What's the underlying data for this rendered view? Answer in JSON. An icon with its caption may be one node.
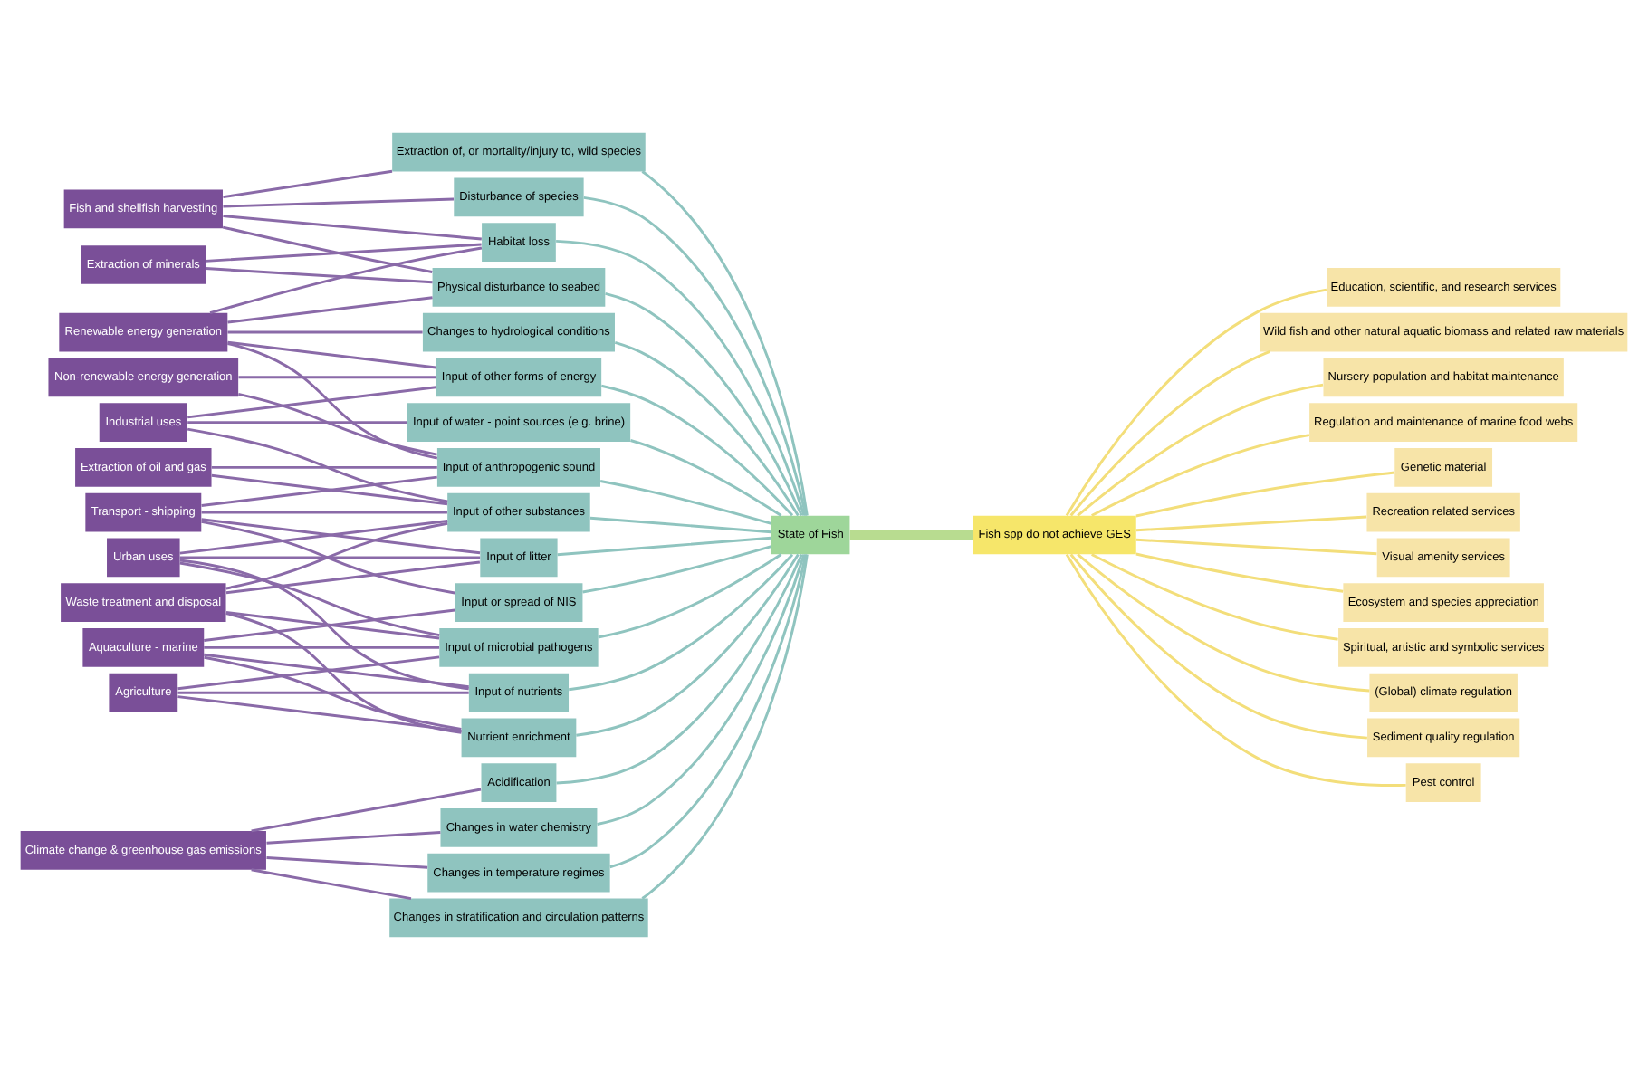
{
  "diagram": {
    "nodes": [
      {
        "text": [
          "Fish and shellfish harvesting"
        ]
      },
      {
        "text": [
          "Climate change & greenhouse gas emissions"
        ]
      },
      {
        "text": [
          "Transport - shipping"
        ]
      },
      {
        "text": [
          "Renewable energy generation"
        ]
      },
      {
        "text": [
          "Aquaculture - marine"
        ]
      },
      {
        "text": [
          "Industrial uses"
        ]
      },
      {
        "text": [
          "Urban uses"
        ]
      },
      {
        "text": [
          "Extraction of oil and gas"
        ]
      },
      {
        "text": [
          "Waste treatment and disposal"
        ]
      },
      {
        "text": [
          "Agriculture"
        ]
      },
      {
        "text": [
          "Non-renewable energy generation"
        ]
      },
      {
        "text": [
          "Extraction of minerals"
        ]
      },
      {
        "text": [
          "Extraction of, or mortality/injury to, wild species"
        ]
      },
      {
        "text": [
          "Physical disturbance to seabed"
        ]
      },
      {
        "text": [
          "Habitat loss"
        ]
      },
      {
        "text": [
          "Changes in temperature regimes"
        ]
      },
      {
        "text": [
          "Changes in stratification and circulation patterns"
        ]
      },
      {
        "text": [
          "Acidification"
        ]
      },
      {
        "text": [
          "Nutrient enrichment"
        ]
      },
      {
        "text": [
          "Changes in water chemistry"
        ]
      },
      {
        "text": [
          "Input of litter"
        ]
      },
      {
        "text": [
          "Input of microbial pathogens"
        ]
      },
      {
        "text": [
          "Input or spread of NIS"
        ]
      },
      {
        "text": [
          "Input of anthropogenic sound"
        ]
      },
      {
        "text": [
          "Input of other forms of energy"
        ]
      },
      {
        "text": [
          "Input of other substances"
        ]
      },
      {
        "text": [
          "Changes to hydrological conditions"
        ]
      },
      {
        "text": [
          "Input of nutrients"
        ]
      },
      {
        "text": [
          "Disturbance of species"
        ]
      },
      {
        "text": [
          "Input of water - point sources (e.g. brine)"
        ]
      },
      {
        "text": [
          "State of Fish"
        ]
      },
      {
        "text": [
          "Fish spp do not achieve GES"
        ]
      },
      {
        "text": [
          "Education, scientific, and research services"
        ]
      },
      {
        "text": [
          "Wild fish and other natural aquatic biomass and related raw materials"
        ]
      },
      {
        "text": [
          "Nursery population and habitat maintenance"
        ]
      },
      {
        "text": [
          "Regulation and maintenance of marine food webs"
        ]
      },
      {
        "text": [
          "Genetic material"
        ]
      },
      {
        "text": [
          "Recreation related services"
        ]
      },
      {
        "text": [
          "Visual amenity services"
        ]
      },
      {
        "text": [
          "Ecosystem and species appreciation"
        ]
      },
      {
        "text": [
          "Spiritual, artistic and symbolic services"
        ]
      },
      {
        "text": [
          "(Global) climate regulation"
        ]
      },
      {
        "text": [
          "Sediment quality regulation"
        ]
      },
      {
        "text": [
          "Pest control"
        ]
      }
    ],
    "edges": [
      {
        "from": 0,
        "to": 12,
        "arrow": "none"
      },
      {
        "from": 0,
        "to": 13,
        "arrow": "none"
      },
      {
        "from": 0,
        "to": 14,
        "arrow": "none"
      },
      {
        "from": 0,
        "to": 28,
        "arrow": "none"
      },
      {
        "from": 1,
        "to": 15,
        "arrow": "none"
      },
      {
        "from": 1,
        "to": 16,
        "arrow": "none"
      },
      {
        "from": 1,
        "to": 17,
        "arrow": "none"
      },
      {
        "from": 1,
        "to": 19,
        "arrow": "none"
      },
      {
        "from": 2,
        "to": 20,
        "arrow": "none"
      },
      {
        "from": 2,
        "to": 22,
        "arrow": "none"
      },
      {
        "from": 2,
        "to": 23,
        "arrow": "none"
      },
      {
        "from": 2,
        "to": 25,
        "arrow": "none"
      },
      {
        "from": 3,
        "to": 13,
        "arrow": "none"
      },
      {
        "from": 3,
        "to": 14,
        "arrow": "none"
      },
      {
        "from": 3,
        "to": 23,
        "arrow": "none"
      },
      {
        "from": 3,
        "to": 24,
        "arrow": "none"
      },
      {
        "from": 3,
        "to": 26,
        "arrow": "none"
      },
      {
        "from": 4,
        "to": 18,
        "arrow": "none"
      },
      {
        "from": 4,
        "to": 21,
        "arrow": "none"
      },
      {
        "from": 4,
        "to": 22,
        "arrow": "none"
      },
      {
        "from": 4,
        "to": 27,
        "arrow": "none"
      },
      {
        "from": 5,
        "to": 24,
        "arrow": "none"
      },
      {
        "from": 5,
        "to": 25,
        "arrow": "none"
      },
      {
        "from": 5,
        "to": 29,
        "arrow": "none"
      },
      {
        "from": 6,
        "to": 20,
        "arrow": "none"
      },
      {
        "from": 6,
        "to": 21,
        "arrow": "none"
      },
      {
        "from": 6,
        "to": 25,
        "arrow": "none"
      },
      {
        "from": 6,
        "to": 27,
        "arrow": "none"
      },
      {
        "from": 7,
        "to": 23,
        "arrow": "none"
      },
      {
        "from": 7,
        "to": 25,
        "arrow": "none"
      },
      {
        "from": 8,
        "to": 18,
        "arrow": "none"
      },
      {
        "from": 8,
        "to": 20,
        "arrow": "none"
      },
      {
        "from": 8,
        "to": 21,
        "arrow": "none"
      },
      {
        "from": 8,
        "to": 25,
        "arrow": "none"
      },
      {
        "from": 9,
        "to": 18,
        "arrow": "none"
      },
      {
        "from": 9,
        "to": 21,
        "arrow": "none"
      },
      {
        "from": 9,
        "to": 27,
        "arrow": "none"
      },
      {
        "from": 10,
        "to": 23,
        "arrow": "none"
      },
      {
        "from": 10,
        "to": 24,
        "arrow": "none"
      },
      {
        "from": 11,
        "to": 13,
        "arrow": "none"
      },
      {
        "from": 11,
        "to": 14,
        "arrow": "none"
      },
      {
        "from": 12,
        "to": 30,
        "arrow": "none",
        "color": "#8fc4bf"
      },
      {
        "from": 13,
        "to": 30,
        "arrow": "none",
        "color": "#8fc4bf"
      },
      {
        "from": 14,
        "to": 30,
        "arrow": "none",
        "color": "#8fc4bf"
      },
      {
        "from": 15,
        "to": 30,
        "arrow": "none",
        "color": "#8fc4bf"
      },
      {
        "from": 16,
        "to": 30,
        "arrow": "none",
        "color": "#8fc4bf"
      },
      {
        "from": 17,
        "to": 30,
        "arrow": "none",
        "color": "#8fc4bf"
      },
      {
        "from": 18,
        "to": 30,
        "arrow": "none",
        "color": "#8fc4bf"
      },
      {
        "from": 19,
        "to": 30,
        "arrow": "none",
        "color": "#8fc4bf"
      },
      {
        "from": 20,
        "to": 30,
        "arrow": "none",
        "color": "#8fc4bf"
      },
      {
        "from": 21,
        "to": 30,
        "arrow": "none",
        "color": "#8fc4bf"
      },
      {
        "from": 22,
        "to": 30,
        "arrow": "none",
        "color": "#8fc4bf"
      },
      {
        "from": 23,
        "to": 30,
        "arrow": "none",
        "color": "#8fc4bf"
      },
      {
        "from": 24,
        "to": 30,
        "arrow": "none",
        "color": "#8fc4bf"
      },
      {
        "from": 25,
        "to": 30,
        "arrow": "none",
        "color": "#8fc4bf"
      },
      {
        "from": 26,
        "to": 30,
        "arrow": "none",
        "color": "#8fc4bf"
      },
      {
        "from": 27,
        "to": 30,
        "arrow": "none",
        "color": "#8fc4bf"
      },
      {
        "from": 28,
        "to": 30,
        "arrow": "none",
        "color": "#8fc4bf"
      },
      {
        "from": 29,
        "to": 30,
        "arrow": "none",
        "color": "#8fc4bf"
      },
      {
        "from": 30,
        "to": 31,
        "arrow": "none",
        "style": "thick",
        "color": "#b8dc90"
      },
      {
        "from": 31,
        "to": 32,
        "arrow": "none",
        "color": "#f3de7a"
      },
      {
        "from": 31,
        "to": 33,
        "arrow": "none",
        "color": "#f3de7a"
      },
      {
        "from": 31,
        "to": 34,
        "arrow": "none",
        "color": "#f3de7a"
      },
      {
        "from": 31,
        "to": 35,
        "arrow": "none",
        "color": "#f3de7a"
      },
      {
        "from": 31,
        "to": 36,
        "arrow": "none",
        "color": "#f3de7a"
      },
      {
        "from": 31,
        "to": 37,
        "arrow": "none",
        "color": "#f3de7a"
      },
      {
        "from": 31,
        "to": 38,
        "arrow": "none",
        "color": "#f3de7a"
      },
      {
        "from": 31,
        "to": 39,
        "arrow": "none",
        "color": "#f3de7a"
      },
      {
        "from": 31,
        "to": 40,
        "arrow": "none",
        "color": "#f3de7a"
      },
      {
        "from": 31,
        "to": 41,
        "arrow": "none",
        "color": "#f3de7a"
      },
      {
        "from": 31,
        "to": 42,
        "arrow": "none",
        "color": "#f3de7a"
      },
      {
        "from": 31,
        "to": 43,
        "arrow": "none",
        "color": "#f3de7a"
      }
    ]
  }
}
